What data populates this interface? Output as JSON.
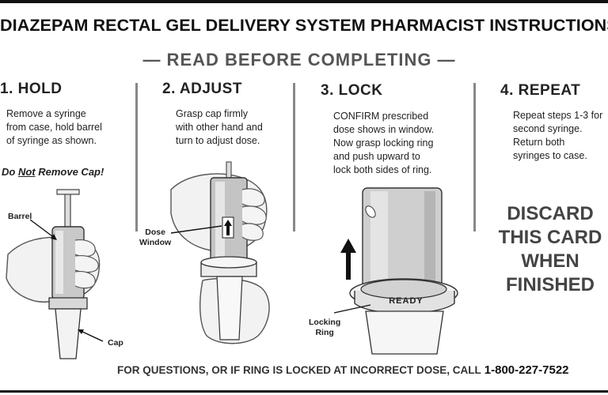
{
  "card": {
    "title": "DIAZEPAM RECTAL GEL DELIVERY SYSTEM PHARMACIST INSTRUCTIONS",
    "subtitle": "— READ BEFORE COMPLETING —",
    "steps": [
      {
        "heading": "1. HOLD",
        "text": "Remove a syringe\nfrom case, hold barrel\nof syringe as shown.",
        "warning_pre": "Do ",
        "warning_em": "Not",
        "warning_post": " Remove Cap!",
        "labels": [
          "Barrel",
          "Cap"
        ]
      },
      {
        "heading": "2. ADJUST",
        "text": "Grasp cap firmly\nwith other hand and\nturn to adjust dose.",
        "labels": [
          "Dose\nWindow"
        ]
      },
      {
        "heading": "3. LOCK",
        "text": "CONFIRM prescribed\ndose shows in window.\nNow grasp locking ring\nand push upward to\nlock both sides of ring.",
        "labels": [
          "Locking\nRing"
        ],
        "ring_text": "READY"
      },
      {
        "heading": "4. REPEAT",
        "text": "Repeat steps 1-3 for\nsecond syringe.\nReturn both\nsyringes to case.",
        "discard": "DISCARD\nTHIS CARD\nWHEN\nFINISHED"
      }
    ],
    "footer": {
      "text": "FOR QUESTIONS, OR IF RING IS LOCKED AT INCORRECT DOSE, CALL",
      "phone": "1-800-227-7522"
    }
  }
}
